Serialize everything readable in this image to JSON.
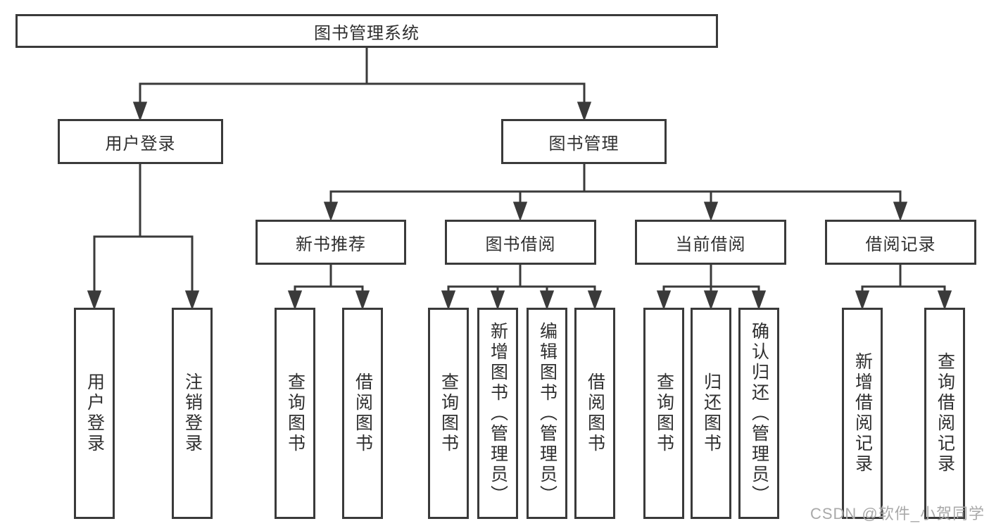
{
  "tree": {
    "root": {
      "label": "图书管理系统"
    },
    "branches": [
      {
        "label": "用户登录",
        "children": [
          {
            "label": "用户登录"
          },
          {
            "label": "注销登录"
          }
        ]
      },
      {
        "label": "图书管理",
        "children": [
          {
            "label": "新书推荐",
            "children": [
              {
                "label": "查询图书"
              },
              {
                "label": "借阅图书"
              }
            ]
          },
          {
            "label": "图书借阅",
            "children": [
              {
                "label": "查询图书"
              },
              {
                "label": "新增图书（管理员）"
              },
              {
                "label": "编辑图书（管理员）"
              },
              {
                "label": "借阅图书"
              }
            ]
          },
          {
            "label": "当前借阅",
            "children": [
              {
                "label": "查询图书"
              },
              {
                "label": "归还图书"
              },
              {
                "label": "确认归还（管理员）"
              }
            ]
          },
          {
            "label": "借阅记录",
            "children": [
              {
                "label": "新增借阅记录"
              },
              {
                "label": "查询借阅记录"
              }
            ]
          }
        ]
      }
    ]
  },
  "watermark": {
    "text": "CSDN @软件_小贺同学"
  },
  "colors": {
    "line": "#3a3a3a",
    "text": "#2f2f2f",
    "watermark": "#a9a9a9",
    "background": "#ffffff"
  }
}
